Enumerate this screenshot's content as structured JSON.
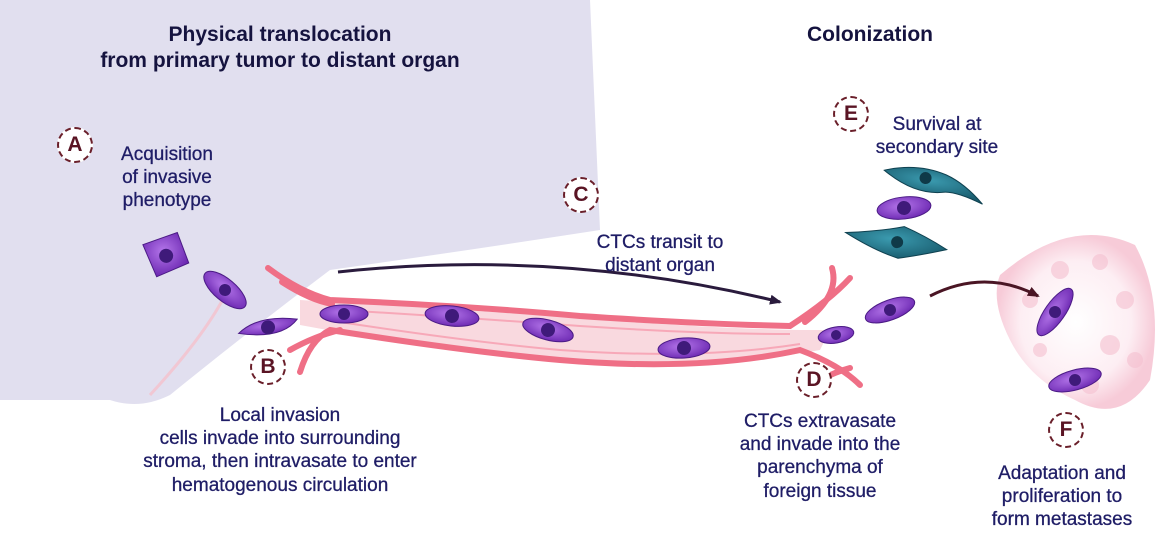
{
  "titles": {
    "translocation": "Physical translocation\nfrom primary tumor to distant organ",
    "colonization": "Colonization"
  },
  "steps": {
    "A": {
      "badge": "A",
      "text": "Acquisition\nof invasive\nphenotype"
    },
    "B": {
      "badge": "B",
      "text": "Local invasion\ncells invade into surrounding\nstroma, then intravasate to enter\nhematogenous circulation"
    },
    "C": {
      "badge": "C",
      "text": "CTCs transit to\ndistant organ"
    },
    "D": {
      "badge": "D",
      "text": "CTCs extravasate\nand invade into the\nparenchyma of\nforeign tissue"
    },
    "E": {
      "badge": "E",
      "text": "Survival at\nsecondary site"
    },
    "F": {
      "badge": "F",
      "text": "Adaptation and\nproliferation to\nform metastases"
    }
  },
  "colors": {
    "left_panel": "#dcd9ec",
    "vessel_wall": "#ef6f86",
    "vessel_lumen": "#f9d9df",
    "tumor_cell": "#8d3fd0",
    "tumor_nucleus": "#3f1a7a",
    "dormant_cell": "#1f6f86",
    "arrow": "#2a1b3d",
    "arrow_colonize": "#4a1524",
    "badge_border": "#6a1f2a"
  }
}
